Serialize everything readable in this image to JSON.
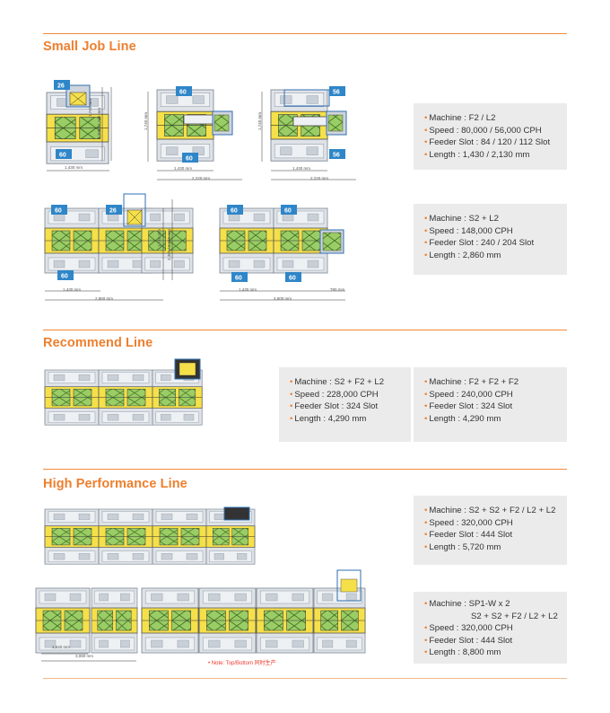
{
  "sections": {
    "small_job": {
      "title": "Small Job Line"
    },
    "recommend": {
      "title": "Recommend Line"
    },
    "high_perf": {
      "title": "High Performance Line"
    }
  },
  "specs": {
    "small_1": [
      "Machine : F2 / L2",
      "Speed : 80,000 / 56,000 CPH",
      "Feeder Slot : 84 / 120 / 112 Slot",
      "Length : 1,430 / 2,130 mm"
    ],
    "small_2": [
      "Machine : S2 + L2",
      "Speed : 148,000 CPH",
      "Feeder Slot : 240 / 204 Slot",
      "Length : 2,860 mm"
    ],
    "rec_1": [
      "Machine : S2 + F2 + L2",
      "Speed : 228,000 CPH",
      "Feeder Slot : 324 Slot",
      "Length : 4,290 mm"
    ],
    "rec_2": [
      "Machine : F2 + F2 + F2",
      "Speed : 240,000 CPH",
      "Feeder Slot : 324 Slot",
      "Length : 4,290 mm"
    ],
    "hp_1": [
      "Machine : S2 + S2 + F2 / L2 + L2",
      "Speed : 320,000 CPH",
      "Feeder Slot : 444 Slot",
      "Length : 5,720 mm"
    ],
    "hp_2": [
      "Machine : SP1-W x 2",
      "S2 + S2 + F2 / L2 + L2",
      "Speed : 320,000 CPH",
      "Feeder Slot : 444 Slot",
      "Length : 8,800 mm"
    ]
  },
  "badges": {
    "f1_top": "26",
    "f1_bot": "60",
    "f2_top": "60",
    "f2_bot": "60",
    "f3_top": "56",
    "f3_bot": "56",
    "f4_a": "60",
    "f4_b": "26",
    "f4_c": "60",
    "f5_a": "60",
    "f5_b": "60",
    "f5_c": "60",
    "f5_d": "60"
  },
  "dims": {
    "d1430": "1,430 mm",
    "d2220": "2,220 mm",
    "d2860": "2,860 mm",
    "d3600": "3,600 mm",
    "d790": "790 mm",
    "d1540": "1,540 mm",
    "d3080": "3,080 mm",
    "v1740": "1,740 mm",
    "v2200": "2,380 / 2,240 mm"
  },
  "note": "• Note: Top/Bottom 同时生产",
  "colors": {
    "accent": "#ee7f2d",
    "yellow": "#f5e04a",
    "green": "#8cc152",
    "blue": "#2f86c8",
    "box": "#ebebeb"
  }
}
